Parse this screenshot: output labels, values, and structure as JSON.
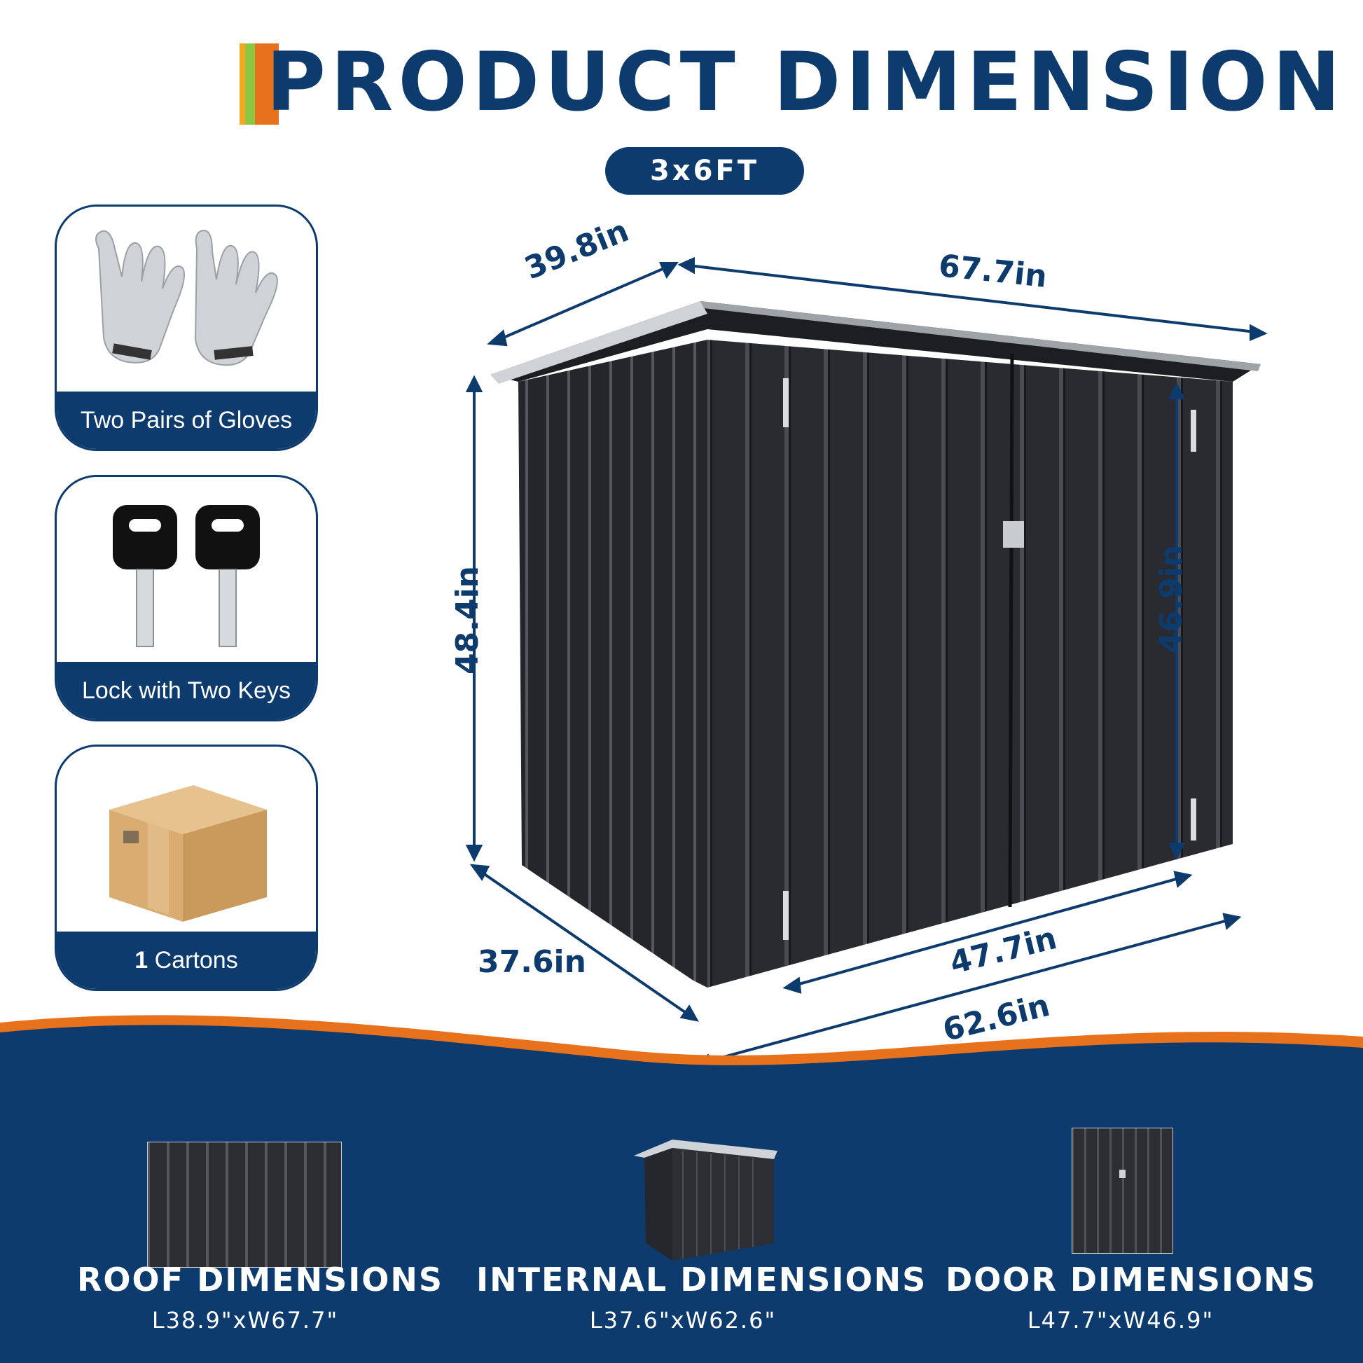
{
  "header": {
    "title": "PRODUCT DIMENSION",
    "size_badge": "3x6FT",
    "accent_colors": [
      "#f5a623",
      "#8dc63f",
      "#e8711c"
    ],
    "brand_color": "#0d3b6e"
  },
  "accessories": [
    {
      "label": "Two Pairs of Gloves",
      "icon": "gloves-icon"
    },
    {
      "label": "Lock with Two Keys",
      "icon": "keys-icon"
    },
    {
      "count": "1",
      "label": "Cartons",
      "icon": "carton-box-icon"
    }
  ],
  "shed_dimensions": {
    "roof_depth": "39.8in",
    "roof_width": "67.7in",
    "total_height": "48.4in",
    "door_height": "46.9in",
    "base_depth": "37.6in",
    "door_width": "47.7in",
    "base_width": "62.6in"
  },
  "bottom_panels": [
    {
      "title": "ROOF DIMENSIONS",
      "value": "L38.9\"xW67.7\""
    },
    {
      "title": "INTERNAL DIMENSIONS",
      "value": "L37.6\"xW62.6\""
    },
    {
      "title": "DOOR DIMENSIONS",
      "value": "L47.7\"xW46.9\""
    }
  ]
}
